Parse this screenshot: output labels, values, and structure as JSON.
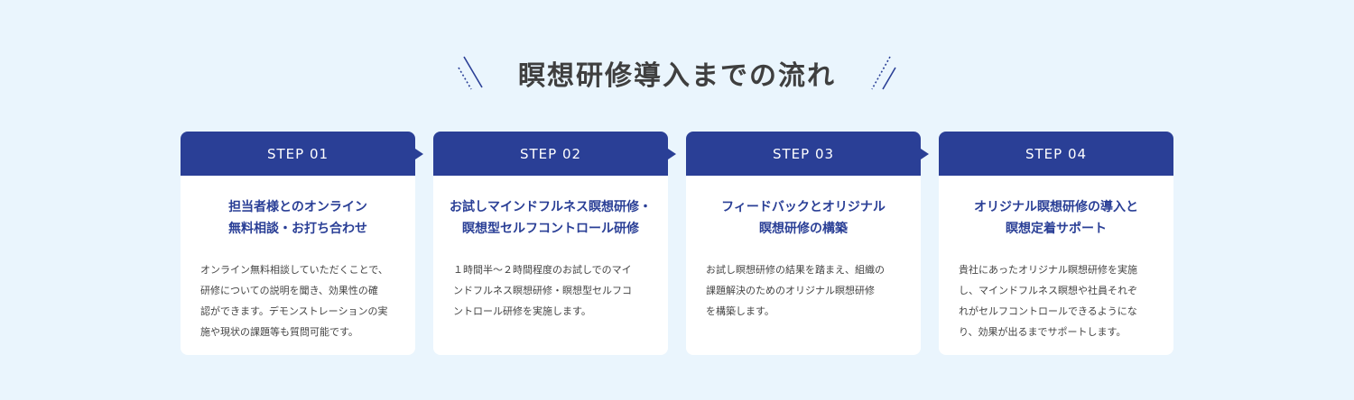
{
  "section": {
    "title": "瞑想研修導入までの流れ",
    "colors": {
      "accent": "#2a3f96",
      "background": "#eaf5fd",
      "card": "#ffffff",
      "text": "#444444"
    },
    "left_deco_icon": "slash-deco-icon",
    "right_deco_icon": "slash-deco-icon"
  },
  "steps": [
    {
      "label": "STEP 01",
      "title_lines": [
        "担当者様とのオンライン",
        "無料相談・お打ち合わせ"
      ],
      "desc_lines": [
        "オンライン無料相談していただくことで、",
        "研修についての説明を聞き、効果性の確",
        "認ができます。デモンストレーションの実",
        "施や現状の課題等も質問可能です。"
      ]
    },
    {
      "label": "STEP 02",
      "title_lines": [
        "お試しマインドフルネス瞑想研修・",
        "瞑想型セルフコントロール研修"
      ],
      "desc_lines": [
        "１時間半～２時間程度のお試しでのマイ",
        "ンドフルネス瞑想研修・瞑想型セルフコ",
        "ントロール研修を実施します。"
      ]
    },
    {
      "label": "STEP 03",
      "title_lines": [
        "フィードバックとオリジナル",
        "瞑想研修の構築"
      ],
      "desc_lines": [
        "お試し瞑想研修の結果を踏まえ、組織の",
        "課題解決のためのオリジナル瞑想研修",
        "を構築します。"
      ]
    },
    {
      "label": "STEP 04",
      "title_lines": [
        "オリジナル瞑想研修の導入と",
        "瞑想定着サポート"
      ],
      "desc_lines": [
        "貴社にあったオリジナル瞑想研修を実施",
        "し、マインドフルネス瞑想や社員それぞ",
        "れがセルフコントロールできるようにな",
        "り、効果が出るまでサポートします。"
      ]
    }
  ]
}
